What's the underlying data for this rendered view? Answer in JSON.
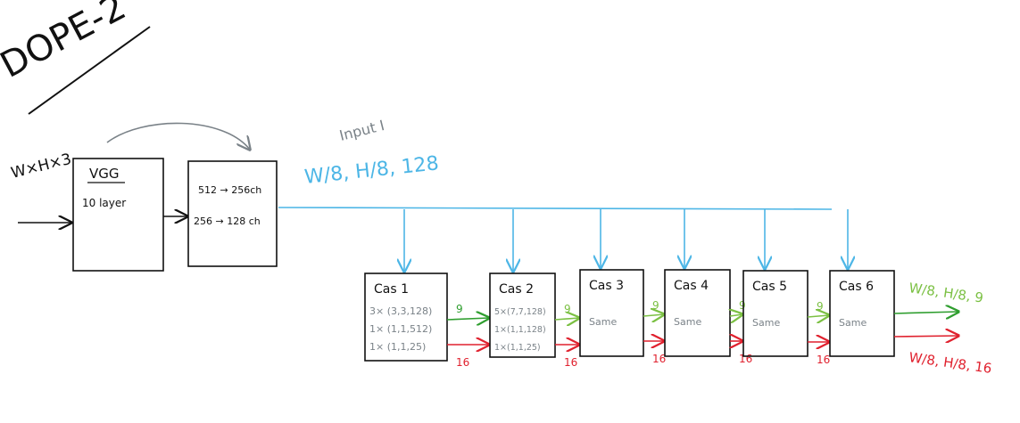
{
  "title": "DOPE-2",
  "input_dims": "W×H×3",
  "vgg_block": {
    "title": "VGG",
    "subtitle": "10 layer"
  },
  "conv_block": {
    "line1": "512 → 256ch",
    "line2": "256 → 128 ch"
  },
  "input_label": "Input I",
  "feature_dims": "W/8, H/8, 128",
  "stages": [
    {
      "name": "Cas 1",
      "lines": [
        "3× (3,3,128)",
        "1× (1,1,512)",
        "1× (1,1,25)"
      ]
    },
    {
      "name": "Cas 2",
      "lines": [
        "5×(7,7,128)",
        "1×(1,1,128)",
        "1×(1,1,25)"
      ]
    },
    {
      "name": "Cas 3",
      "lines": [
        "Same"
      ]
    },
    {
      "name": "Cas 4",
      "lines": [
        "Same"
      ]
    },
    {
      "name": "Cas 5",
      "lines": [
        "Same"
      ]
    },
    {
      "name": "Cas 6",
      "lines": [
        "Same"
      ]
    }
  ],
  "belief_count": "9",
  "affinity_count": "16",
  "output_belief": "W/8, H/8, 9",
  "output_affinity": "W/8, H/8, 16",
  "colors": {
    "ink": "#111111",
    "blue": "#4db6e6",
    "green": "#2f9e2f",
    "light_green": "#7bc043",
    "red": "#e0212e",
    "gray": "#7a8288"
  }
}
